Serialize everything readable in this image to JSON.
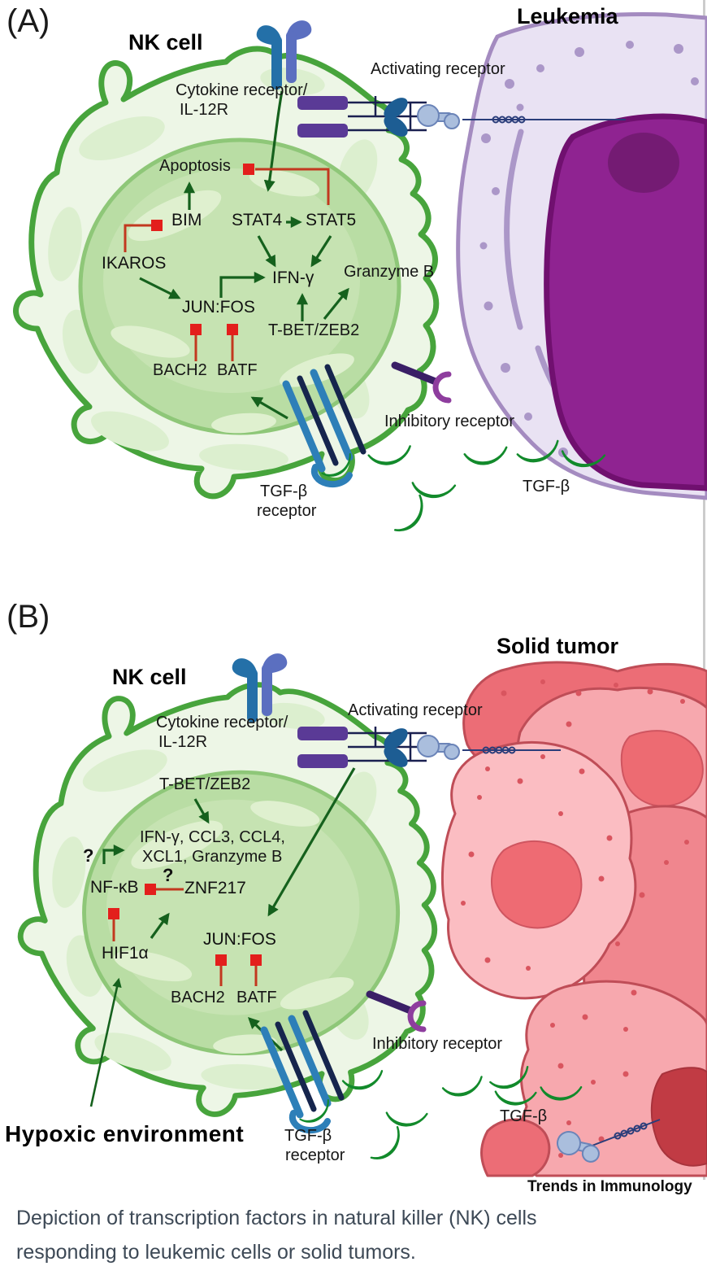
{
  "panel_a": {
    "tag": "(A)",
    "nk_cell_title": "NK cell",
    "tumor_title": "Leukemia",
    "cytokine_receptor_line1": "Cytokine receptor/",
    "cytokine_receptor_line2": "IL-12R",
    "activating_receptor": "Activating receptor",
    "apoptosis": "Apoptosis",
    "bim": "BIM",
    "stat4": "STAT4",
    "stat5": "STAT5",
    "ikaros": "IKAROS",
    "ifng": "IFN-γ",
    "granzyme_b": "Granzyme B",
    "jun_fos": "JUN:FOS",
    "tbet_zeb2": "T-BET/ZEB2",
    "bach2": "BACH2",
    "batf": "BATF",
    "tgfb_receptor_line1": "TGF-β",
    "tgfb_receptor_line2": "receptor",
    "inhibitory_receptor": "Inhibitory receptor",
    "tgfb": "TGF-β"
  },
  "panel_b": {
    "tag": "(B)",
    "nk_cell_title": "NK cell",
    "tumor_title": "Solid tumor",
    "cytokine_receptor_line1": "Cytokine receptor/",
    "cytokine_receptor_line2": "IL-12R",
    "activating_receptor": "Activating receptor",
    "tbet_zeb2": "T-BET/ZEB2",
    "effectors_line1": "IFN-γ, CCL3, CCL4,",
    "effectors_line2": "XCL1, Granzyme B",
    "question_left": "?",
    "nfkb": "NF-κB",
    "question_mid": "?",
    "znf217": "ZNF217",
    "hif1a": "HIF1α",
    "jun_fos": "JUN:FOS",
    "bach2": "BACH2",
    "batf": "BATF",
    "hypoxic_environment": "Hypoxic  environment",
    "tgfb_receptor_line1": "TGF-β",
    "tgfb_receptor_line2": "receptor",
    "inhibitory_receptor": "Inhibitory receptor",
    "tgfb": "TGF-β"
  },
  "journal": "Trends in Immunology",
  "caption_line1": "Depiction of transcription factors in natural killer (NK) cells",
  "caption_line2": "responding to leukemic cells or solid tumors.",
  "colors": {
    "nk_membrane": "#47a43c",
    "nk_cytoplasm": "#edf6e6",
    "nk_nucleus": "#b9dda4",
    "leukemia_body": "#e9e2f3",
    "leukemia_border": "#a48bc0",
    "leukemia_nucleus": "#8f2391",
    "tumor_pink": "#f7a8ae",
    "tumor_light": "#fbbdc2",
    "tumor_dark": "#ec6d76",
    "arrow_green": "#15611d",
    "inhibition_red": "#e31f1c",
    "tgfb_green": "#24b13c",
    "receptor_blue": "#2d7fb8",
    "receptor_navy": "#16254d",
    "activating_purple": "#5a3a96",
    "inhibitory_purple": "#3a1f66",
    "ligand_blue": "#aabedd",
    "caption_text": "#3d4956"
  }
}
